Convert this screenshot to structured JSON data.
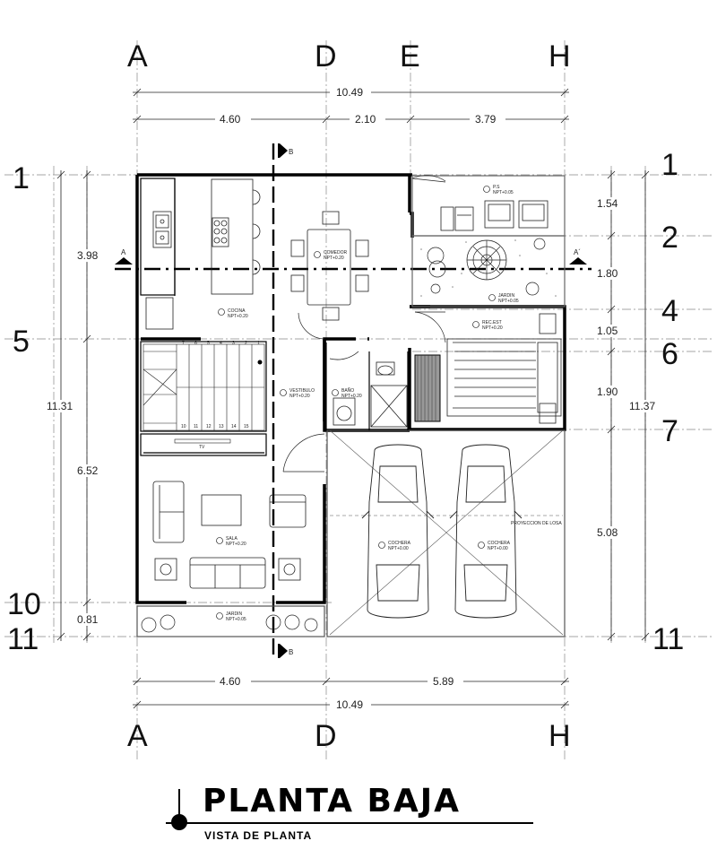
{
  "axes_letters": [
    "A",
    "D",
    "E",
    "H"
  ],
  "axes_numbers_left": [
    "1",
    "5",
    "10",
    "11"
  ],
  "axes_numbers_right": [
    "1",
    "2",
    "4",
    "6",
    "7",
    "11"
  ],
  "dimensions": {
    "top_total": "10.49",
    "top_a_d": "4.60",
    "top_d_e": "2.10",
    "top_e_h": "3.79",
    "bottom_a_d": "4.60",
    "bottom_d_h": "5.89",
    "bottom_total": "10.49",
    "left_total": "11.31",
    "left_1_5": "3.98",
    "left_5_10": "6.52",
    "left_10_11": "0.81",
    "right_total": "11.37",
    "right_1_2": "1.54",
    "right_2_4": "1.80",
    "right_4_6": "1.05",
    "right_6_7": "1.90",
    "right_7_11": "5.08"
  },
  "section_marks": {
    "top": "B",
    "bottom": "B",
    "left": "A",
    "right": "A´"
  },
  "rooms": {
    "cocina": "COCINA",
    "cocina_npt": "NPT+0.20",
    "comedor": "COMEDOR",
    "comedor_npt": "NPT+0.20",
    "ps": "P.S",
    "ps_npt": "NPT+0.05",
    "jardin": "JARDIN",
    "jardin_npt": "NPT+0.05",
    "recest": "REC.EST",
    "recest_npt": "NPT+0.20",
    "vestibulo": "VESTIBULO",
    "vestibulo_npt": "NPT+0.20",
    "bano": "BAÑO",
    "bano_npt": "NPT+0.20",
    "sala": "SALA",
    "sala_npt": "NPT+0.20",
    "tv": "TV",
    "cochera1": "COCHERA",
    "cochera1_npt": "NPT+0.00",
    "cochera2": "COCHERA",
    "cochera2_npt": "NPT+0.00",
    "proyeccion": "PROYECCION DE LOSA",
    "jardin2": "JARDIN",
    "jardin2_npt": "NPT+0.05"
  },
  "stair_numbers_top": [
    "7",
    "6",
    "5",
    "4",
    "3",
    "2",
    "1"
  ],
  "stair_numbers_bottom": [
    "10",
    "11",
    "12",
    "13",
    "14",
    "15"
  ],
  "title": "PLANTA BAJA",
  "subtitle": "VISTA DE PLANTA"
}
